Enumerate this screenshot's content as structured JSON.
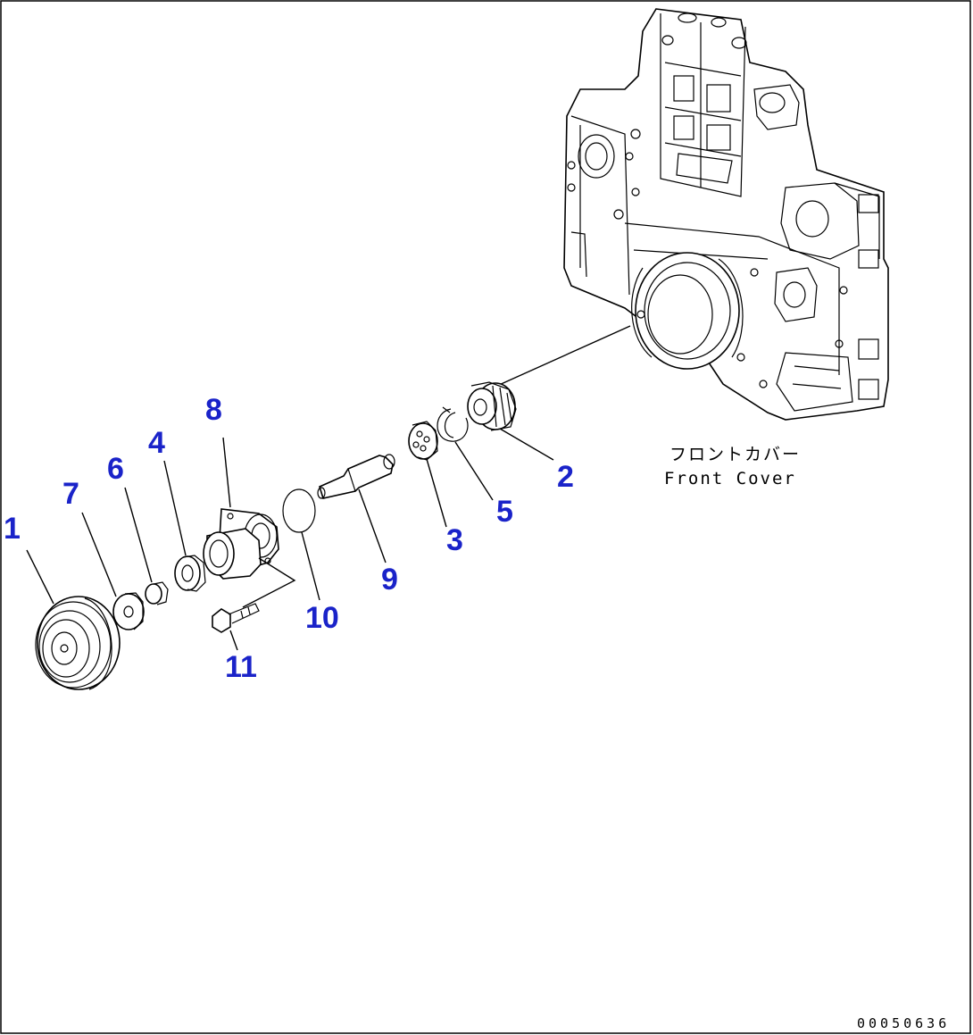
{
  "callouts": [
    {
      "id": "1",
      "label": "1"
    },
    {
      "id": "2",
      "label": "2"
    },
    {
      "id": "3",
      "label": "3"
    },
    {
      "id": "4",
      "label": "4"
    },
    {
      "id": "5",
      "label": "5"
    },
    {
      "id": "6",
      "label": "6"
    },
    {
      "id": "7",
      "label": "7"
    },
    {
      "id": "8",
      "label": "8"
    },
    {
      "id": "9",
      "label": "9"
    },
    {
      "id": "10",
      "label": "10"
    },
    {
      "id": "11",
      "label": "11"
    }
  ],
  "front_cover": {
    "label_jp": "フロントカバー",
    "label_en": "Front Cover"
  },
  "drawing_code": "00050636",
  "colors": {
    "callout": "#1a23c9",
    "line": "#000000",
    "background": "#ffffff"
  }
}
